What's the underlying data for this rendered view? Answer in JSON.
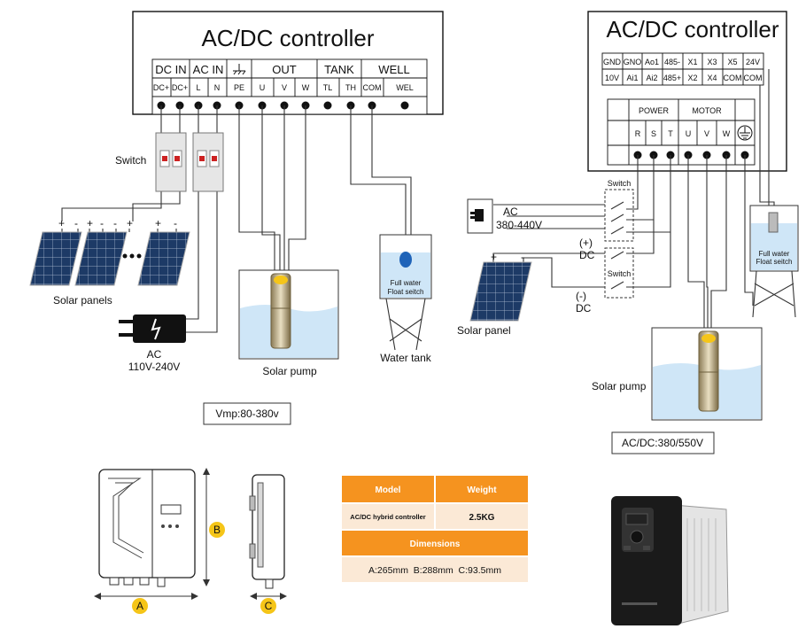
{
  "left_diagram": {
    "controller_title": "AC/DC controller",
    "groups": [
      "DC IN",
      "AC IN",
      "OUT",
      "TANK",
      "WELL"
    ],
    "terminals": [
      "DC+",
      "DC+",
      "L",
      "N",
      "PE",
      "U",
      "V",
      "W",
      "TL",
      "TH",
      "COM",
      "WEL"
    ],
    "switch_label": "Switch",
    "panel_signs": [
      "+",
      "-",
      "+",
      "-",
      "+",
      "-",
      "+",
      "-"
    ],
    "solar_label": "Solar panels",
    "ac_label": "AC",
    "ac_voltage": "110V-240V",
    "pump_label": "Solar pump",
    "float_line1": "Full water",
    "float_line2": "Float seitch",
    "tank_label": "Water tank",
    "vmp": "Vmp:80-380v"
  },
  "right_diagram": {
    "controller_title": "AC/DC controller",
    "io_row1": [
      "GND",
      "GNO",
      "Ao1",
      "485-",
      "X1",
      "X3",
      "X5",
      "24V"
    ],
    "io_row2": [
      "10V",
      "Ai1",
      "Ai2",
      "485+",
      "X2",
      "X4",
      "COM",
      "COM"
    ],
    "power_label": "POWER",
    "motor_label": "MOTOR",
    "power_terms": [
      "R",
      "S",
      "T"
    ],
    "motor_terms": [
      "U",
      "V",
      "W"
    ],
    "switch1_label": "Switch",
    "switch2_label": "Switch",
    "ac_label": "AC",
    "ac_voltage": "380-440V",
    "dc_pos": "(+)",
    "dc_pos_label": "DC",
    "dc_neg": "(-)",
    "dc_neg_label": "DC",
    "panel_plus": "+",
    "panel_minus": "-",
    "solar_label": "Solar panel",
    "float_line1": "Full water",
    "float_line2": "Float seitch",
    "pump_label": "Solar pump",
    "voltage": "AC/DC:380/550V"
  },
  "dimension_drawing": {
    "label_a": "A",
    "label_b": "B",
    "label_c": "C"
  },
  "spec_table": {
    "col_model": "Model",
    "col_weight": "Weight",
    "model": "AC/DC hybrid controller",
    "weight": "2.5KG",
    "dim_header": "Dimensions",
    "dimensions": "A:265mm  B:288mm  C:93.5mm"
  },
  "colors": {
    "accent_orange": "#f5931f",
    "table_light": "#fbe9d6",
    "label_yellow": "#f5c518",
    "water_blue": "#cfe6f7"
  }
}
